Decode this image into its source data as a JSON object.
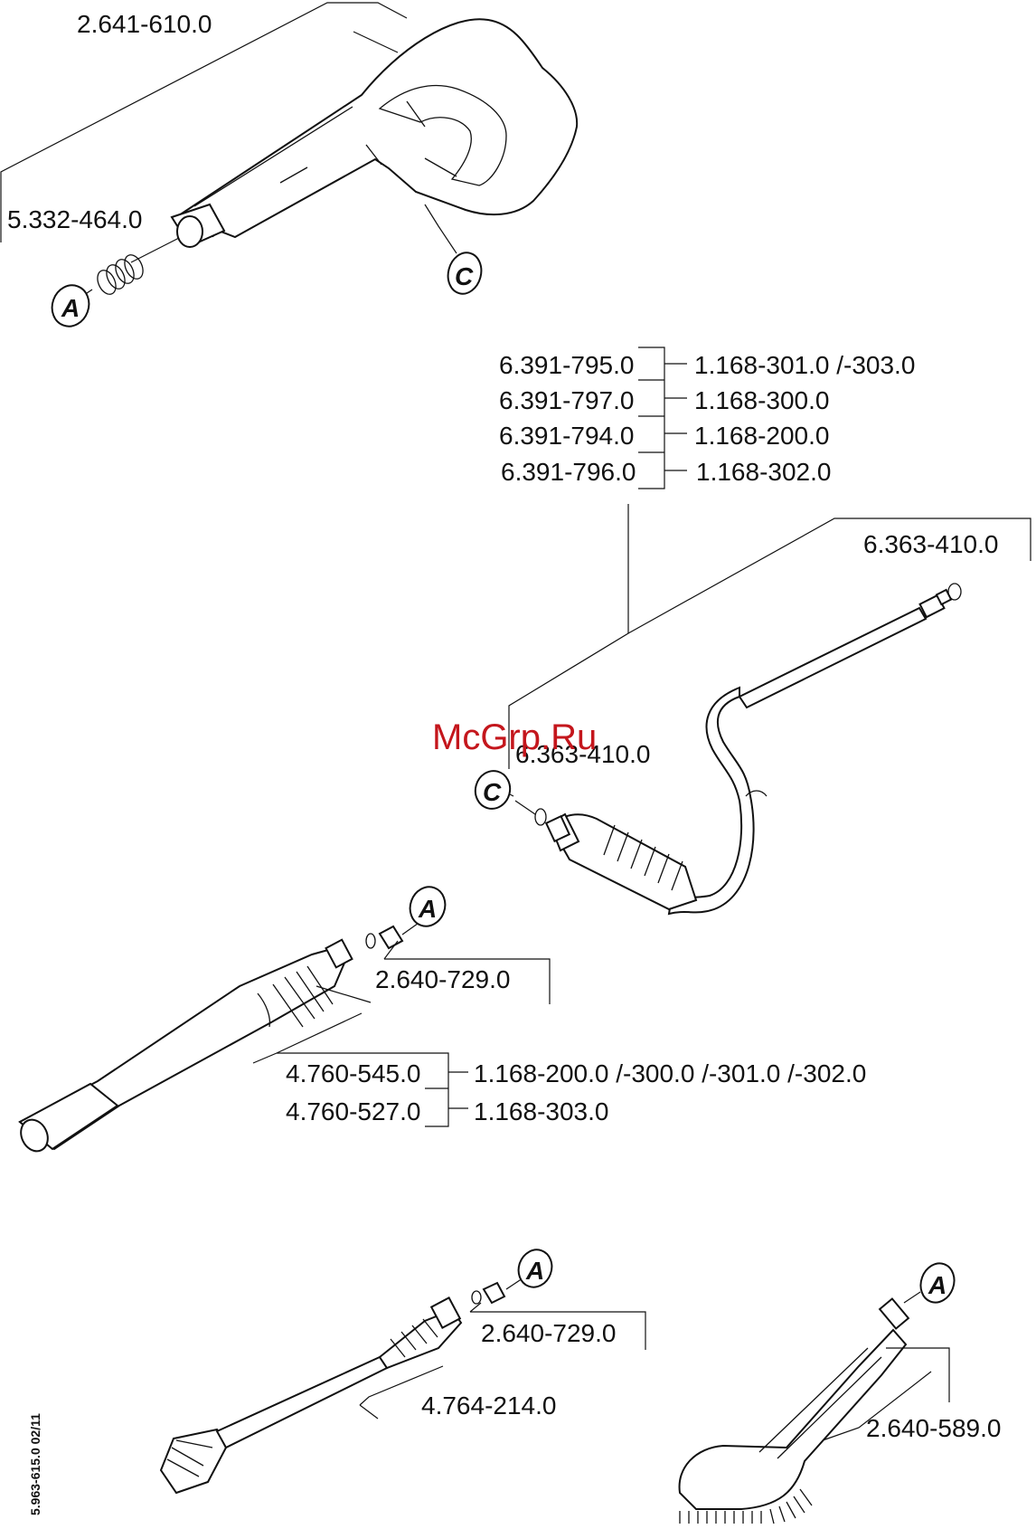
{
  "labels": {
    "gun": "2.641-610.0",
    "gun_insert": "5.332-464.0",
    "lance_pn_1": "6.391-795.0",
    "lance_pn_2": "6.391-797.0",
    "lance_pn_3": "6.391-794.0",
    "lance_pn_4": "6.391-796.0",
    "lance_model_1": "1.168-301.0 /-303.0",
    "lance_model_2": "1.168-300.0",
    "lance_model_3": "1.168-200.0",
    "lance_model_4": "1.168-302.0",
    "oring_top": "6.363-410.0",
    "oring_mid": "6.363-410.0",
    "nozzle_adapter_1": "2.640-729.0",
    "nozzle_pn_1": "4.760-545.0",
    "nozzle_pn_2": "4.760-527.0",
    "nozzle_model_1": "1.168-200.0 /-300.0 /-301.0 /-302.0",
    "nozzle_model_2": "1.168-303.0",
    "nozzle_adapter_2": "2.640-729.0",
    "dirtblaster": "4.764-214.0",
    "brush": "2.640-589.0",
    "doc_code": "5.963-615.0  02/11"
  },
  "callouts": {
    "a": "A",
    "c": "C"
  },
  "watermark": "McGrp.Ru",
  "colors": {
    "line": "#111111",
    "watermark": "#c4161c"
  }
}
